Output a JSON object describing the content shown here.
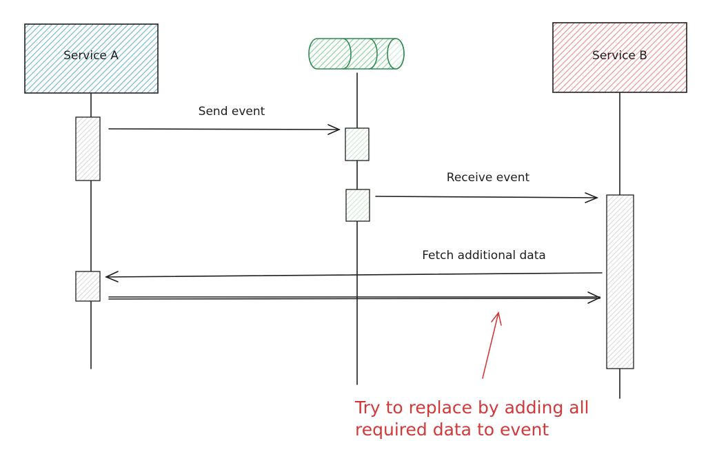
{
  "participants": {
    "service_a": {
      "label": "Service A",
      "fill": "#7cc3d1",
      "stroke": "#1e1e1e"
    },
    "queue": {
      "label": "",
      "fill": "#8fd3a8",
      "stroke": "#2f8a4f"
    },
    "service_b": {
      "label": "Service B",
      "fill": "#f08c8c",
      "stroke": "#1e1e1e"
    }
  },
  "messages": {
    "send_event": "Send event",
    "receive_event": "Receive event",
    "fetch_data": "Fetch additional data"
  },
  "annotation": {
    "line1": "Try to replace by adding all",
    "line2": "required data to event",
    "color": "#d23a3a"
  },
  "activation_colors": {
    "neutral": "#d9d9d9",
    "queue": "#b9e3c4"
  }
}
